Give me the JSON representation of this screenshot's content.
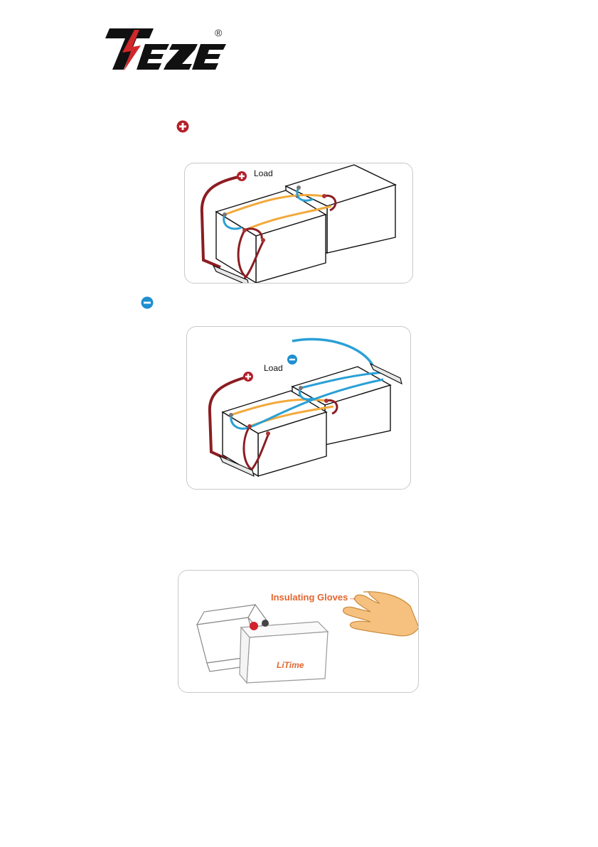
{
  "header": {
    "brand_reg": "®"
  },
  "figure1": {
    "load_label": "Load"
  },
  "figure2": {
    "load_label": "Load"
  },
  "figure3": {
    "gloves_label": "Insulating Gloves→",
    "battery_brand": "LiTime"
  },
  "colors": {
    "positive": "#8b1d22",
    "negative": "#2aa0d6",
    "series_cable": "#f2a93b",
    "accent_text": "#e2662f"
  },
  "icons": {
    "positive": "plus-circle-icon",
    "negative": "minus-circle-icon"
  }
}
